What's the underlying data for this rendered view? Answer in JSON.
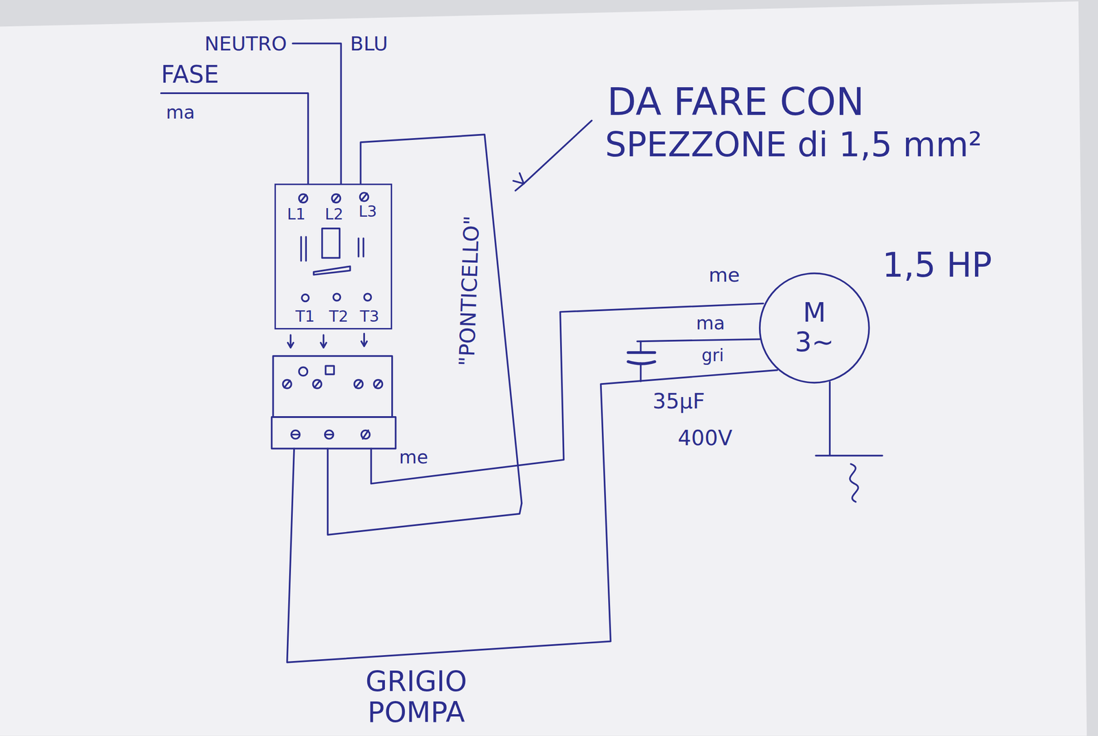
{
  "diagram": {
    "nodes": [
      {
        "text": [
          "L1",
          "L2",
          "L3",
          "T1",
          "T2",
          "T3"
        ]
      },
      {
        "text": [
          "M",
          "3~"
        ]
      }
    ],
    "labels": [
      "NEUTRO",
      "BLU",
      "FASE",
      "ma",
      "DA FARE CON",
      "SPEZZONE di 1,5 mm²",
      "\"PONTICELLO\"",
      "me",
      "ma",
      "gri",
      "35µF",
      "400V",
      "1,5 HP",
      "GRIGIO POMPA",
      "me"
    ]
  }
}
